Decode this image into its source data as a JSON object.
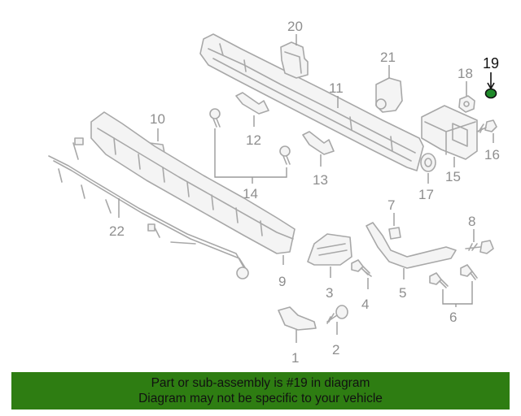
{
  "diagram": {
    "callouts": {
      "c1": "1",
      "c2": "2",
      "c3": "3",
      "c4": "4",
      "c5": "5",
      "c6": "6",
      "c7": "7",
      "c8": "8",
      "c9": "9",
      "c10": "10",
      "c11": "11",
      "c12": "12",
      "c13": "13",
      "c14": "14",
      "c15": "15",
      "c16": "16",
      "c17": "17",
      "c18": "18",
      "c19": "19",
      "c20": "20",
      "c21": "21",
      "c22": "22"
    },
    "highlighted_part": "19",
    "colors": {
      "line": "#a8a8a8",
      "highlight_part": "#1f8a2a",
      "banner": "#2e7d12"
    }
  },
  "banner": {
    "line1": "Part or sub-assembly is #19 in diagram",
    "line2": "Diagram may not be specific to your vehicle"
  }
}
